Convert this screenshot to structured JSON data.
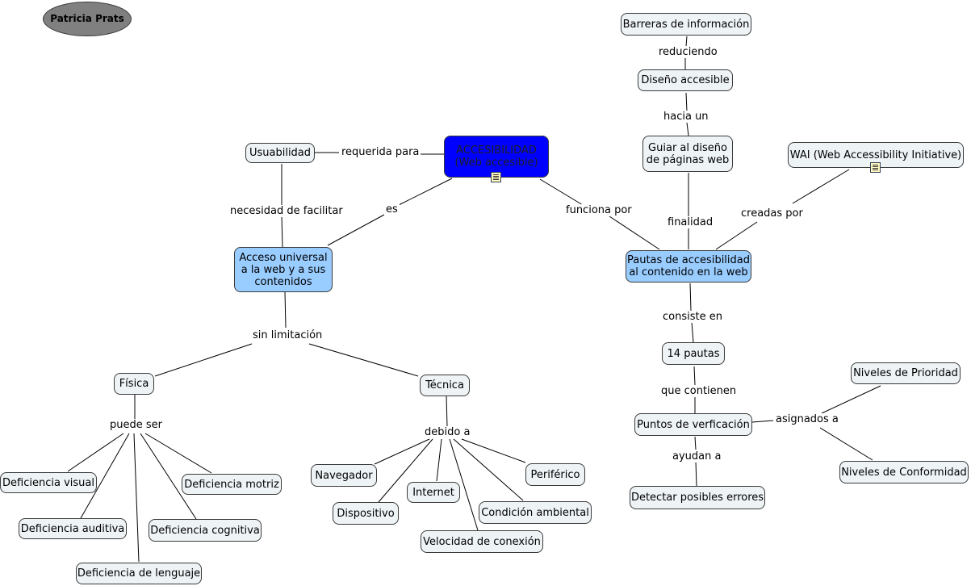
{
  "author": "Patricia Prats",
  "nodes": {
    "accesibilidad": "ACCESIBILIDAD\n(Web accesible)",
    "usuabilidad": "Usuabilidad",
    "acceso": "Acceso universal\na la web y a sus\ncontenidos",
    "fisica": "Física",
    "tecnica": "Técnica",
    "def_visual": "Deficiencia visual",
    "def_auditiva": "Deficiencia auditiva",
    "def_lenguaje": "Deficiencia de lenguaje",
    "def_cognitiva": "Deficiencia cognitiva",
    "def_motriz": "Deficiencia motriz",
    "navegador": "Navegador",
    "dispositivo": "Dispositivo",
    "internet": "Internet",
    "velocidad": "Velocidad de conexión",
    "condicion": "Condición ambiental",
    "periferico": "Periférico",
    "barreras": "Barreras de información",
    "diseno": "Diseño accesible",
    "guiar": "Guiar al diseño\nde páginas web",
    "wai": "WAI (Web Accessibility Initiative)",
    "pautas": "Pautas de accesibilidad\nal contenido en la web",
    "catorce": "14 pautas",
    "puntos": "Puntos de verficación",
    "prioridad": "Niveles de Prioridad",
    "conformidad": "Niveles de Conformidad",
    "detectar": "Detectar posibles errores"
  },
  "links": {
    "requerida_para": "requerida para",
    "necesidad": "necesidad de facilitar",
    "es": "es",
    "sin_limitacion": "sin limitación",
    "puede_ser": "puede ser",
    "debido_a": "debido a",
    "funciona_por": "funciona por",
    "reduciendo": "reduciendo",
    "hacia_un": "hacia un",
    "finalidad": "finalidad",
    "creadas_por": "creadas por",
    "consiste_en": "consiste en",
    "que_contienen": "que contienen",
    "asignados_a": "asignados a",
    "ayudan_a": "ayudan a"
  },
  "colors": {
    "main_node": "#0000ff",
    "highlight_node": "#99ccff",
    "default_node": "#eef3f6",
    "author_node": "#808080",
    "connector": "#000000"
  },
  "icons": [
    "document-icon"
  ]
}
